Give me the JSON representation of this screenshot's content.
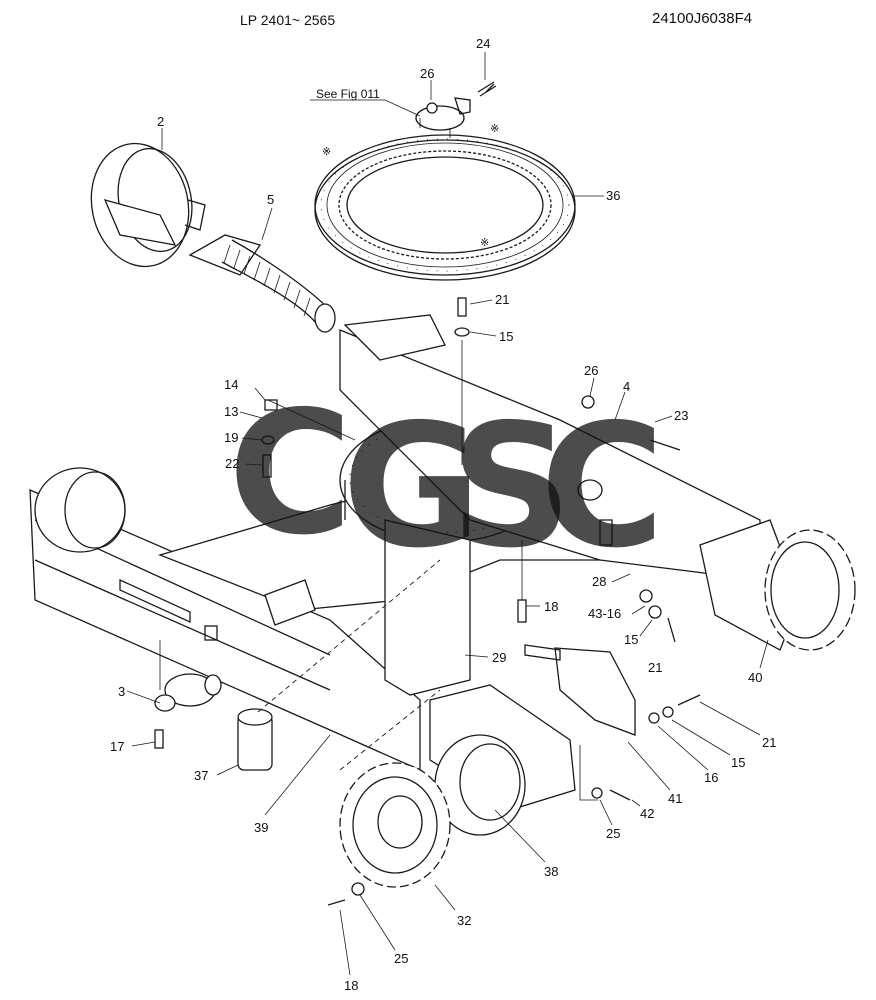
{
  "header": {
    "serial_range": "LP 2401~ 2565",
    "drawing_no": "24100J6038F4"
  },
  "reference_note": "See Fig 011",
  "watermark": {
    "letters": [
      "C",
      "G",
      "S",
      "C"
    ],
    "colors": [
      "#4f8ef7",
      "#ef5b5b",
      "#f6d54a",
      "#3fb27a"
    ]
  },
  "callouts": {
    "c2": "2",
    "c24": "24",
    "c26a": "26",
    "c36": "36",
    "c5": "5",
    "c21a": "21",
    "c15a": "15",
    "c26b": "26",
    "c4": "4",
    "c23": "23",
    "c14": "14",
    "c13": "13",
    "c19": "19",
    "c22": "22",
    "c28": "28",
    "c4316": "43-16",
    "c15b": "15",
    "c21b": "21",
    "c18a": "18",
    "c29": "29",
    "c40": "40",
    "c3": "3",
    "c17": "17",
    "c37": "37",
    "c39": "39",
    "c21c": "21",
    "c15c": "15",
    "c16": "16",
    "c41": "41",
    "c42": "42",
    "c25a": "25",
    "c38": "38",
    "c32": "32",
    "c25b": "25",
    "c18b": "18"
  },
  "marks": {
    "asterisk": "※"
  }
}
